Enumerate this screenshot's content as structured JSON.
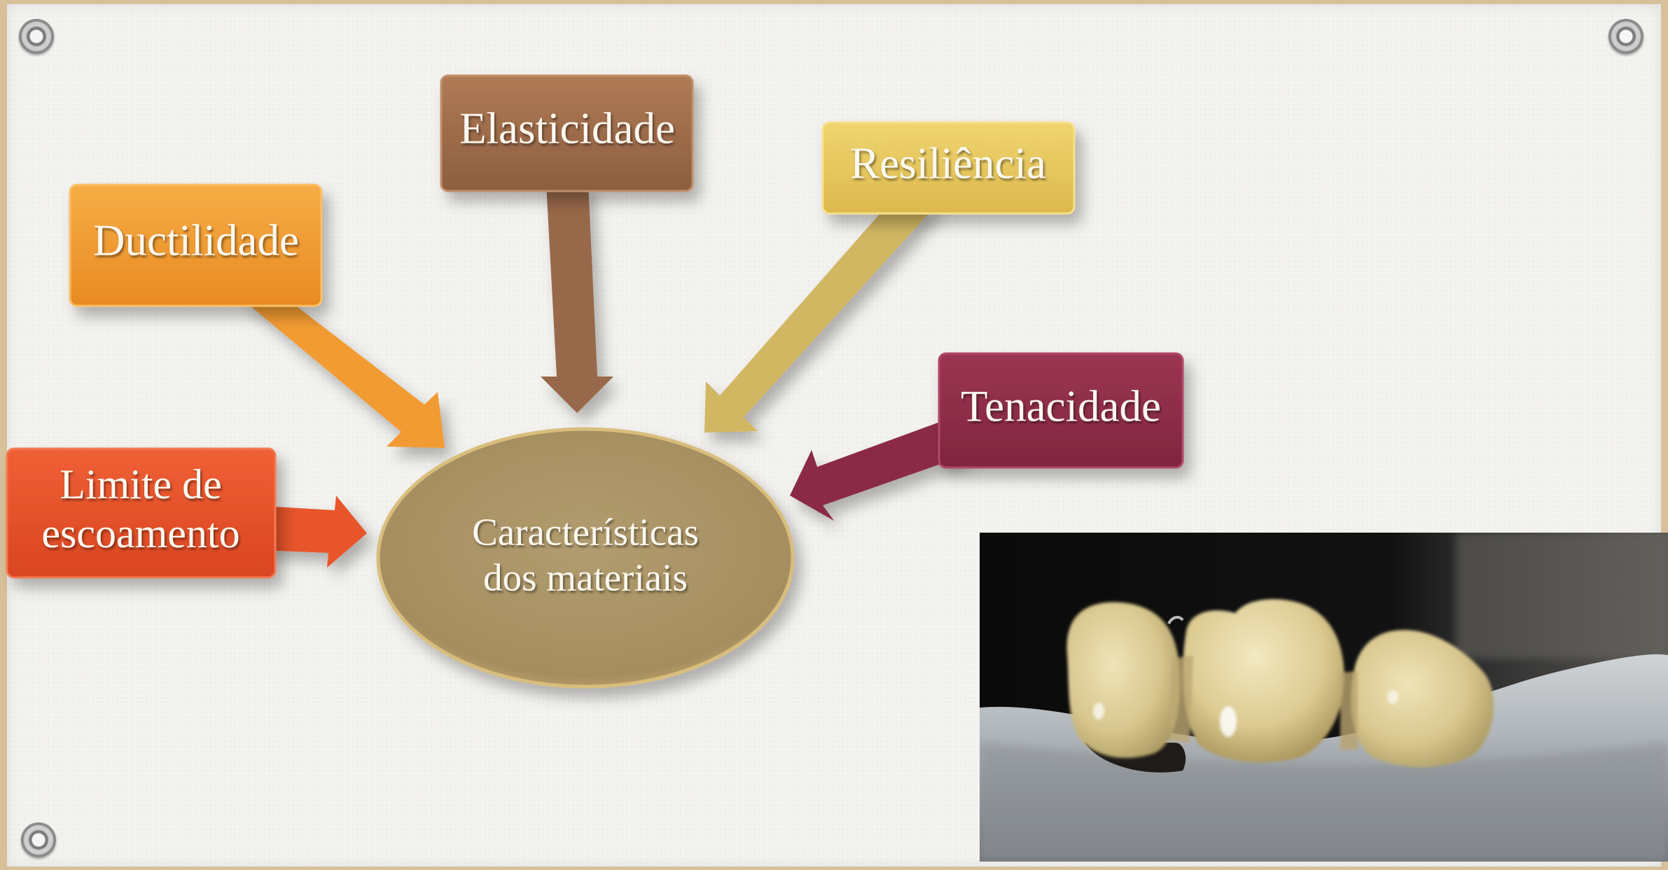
{
  "nodes": {
    "center": {
      "line1": "Características",
      "line2": "dos materiais",
      "color": "#ab9466"
    },
    "elasticidade": {
      "label": "Elasticidade",
      "color": "#9a6a4a"
    },
    "ductilidade": {
      "label": "Ductilidade",
      "color": "#f09a30"
    },
    "resiliencia": {
      "label": "Resiliência",
      "color": "#e6c65c"
    },
    "tenacidade": {
      "label": "Tenacidade",
      "color": "#8e2c47"
    },
    "limite": {
      "line1": "Limite de",
      "line2": "escoamento",
      "color": "#e8542c"
    }
  },
  "photo": {
    "subject": "dental-bridge-photo"
  }
}
